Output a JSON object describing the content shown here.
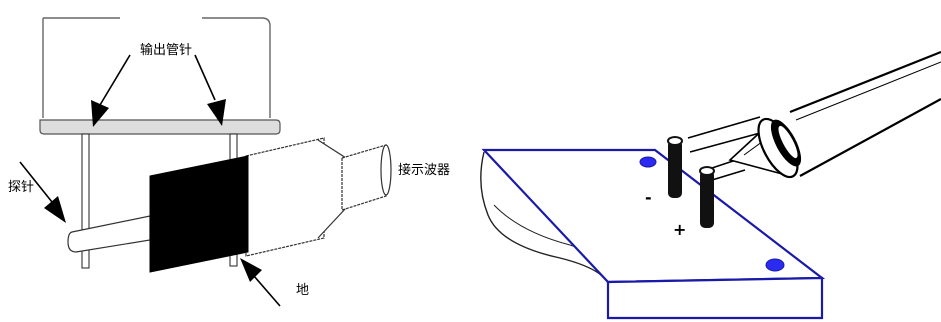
{
  "left_figure": {
    "label_output_pin": "输出管针",
    "label_probe": "探针",
    "label_oscilloscope": "接示波器",
    "label_ground": "地"
  },
  "right_figure": {
    "label_minus": "-",
    "label_plus": "+",
    "board_edge_color": "#1a1aa8",
    "pad_color": "#2a2af0"
  }
}
